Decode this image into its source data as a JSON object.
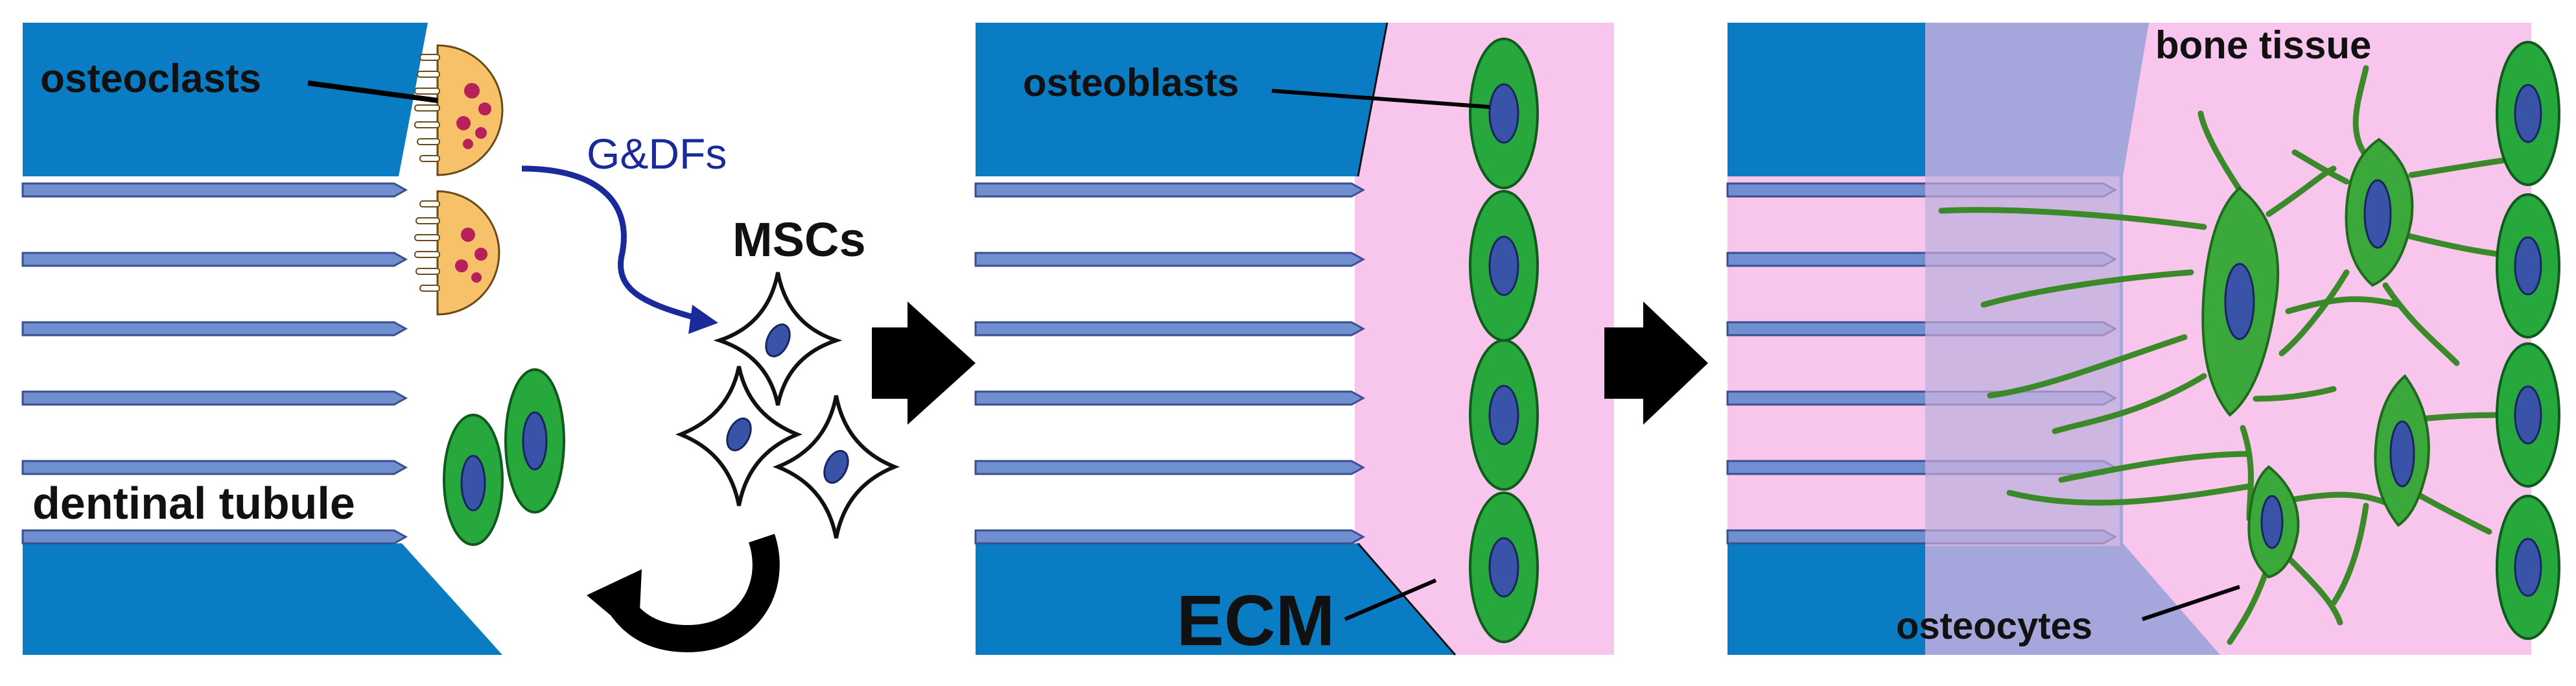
{
  "labels": {
    "osteoclasts": "osteoclasts",
    "gdfs": "G&DFs",
    "mscs": "MSCs",
    "dentinal_tubule": "dentinal tubule",
    "osteoblasts": "osteoblasts",
    "ecm": "ECM",
    "bone_tissue": "bone tissue",
    "osteocytes": "osteocytes"
  },
  "colors": {
    "dentin_blue": "#0a7cc4",
    "tubule_blue": "#6f8fd0",
    "ecm_pink": "#f8c6ec",
    "demineralized_lavender": "#a5a6dc",
    "osteoclast_orange": "#f7c16a",
    "osteoclast_granule": "#b8205a",
    "cell_green": "#27a83c",
    "nucleus_blue": "#3953a8",
    "arrow_black": "#000000",
    "gdf_arrow_blue": "#1a2a9a"
  },
  "panels": [
    {
      "name": "resorption-and-recruitment",
      "cells": [
        "osteoclasts",
        "MSCs"
      ]
    },
    {
      "name": "osteoblast-differentiation",
      "cells": [
        "osteoblasts"
      ]
    },
    {
      "name": "bone-formation",
      "cells": [
        "osteocytes"
      ]
    }
  ]
}
